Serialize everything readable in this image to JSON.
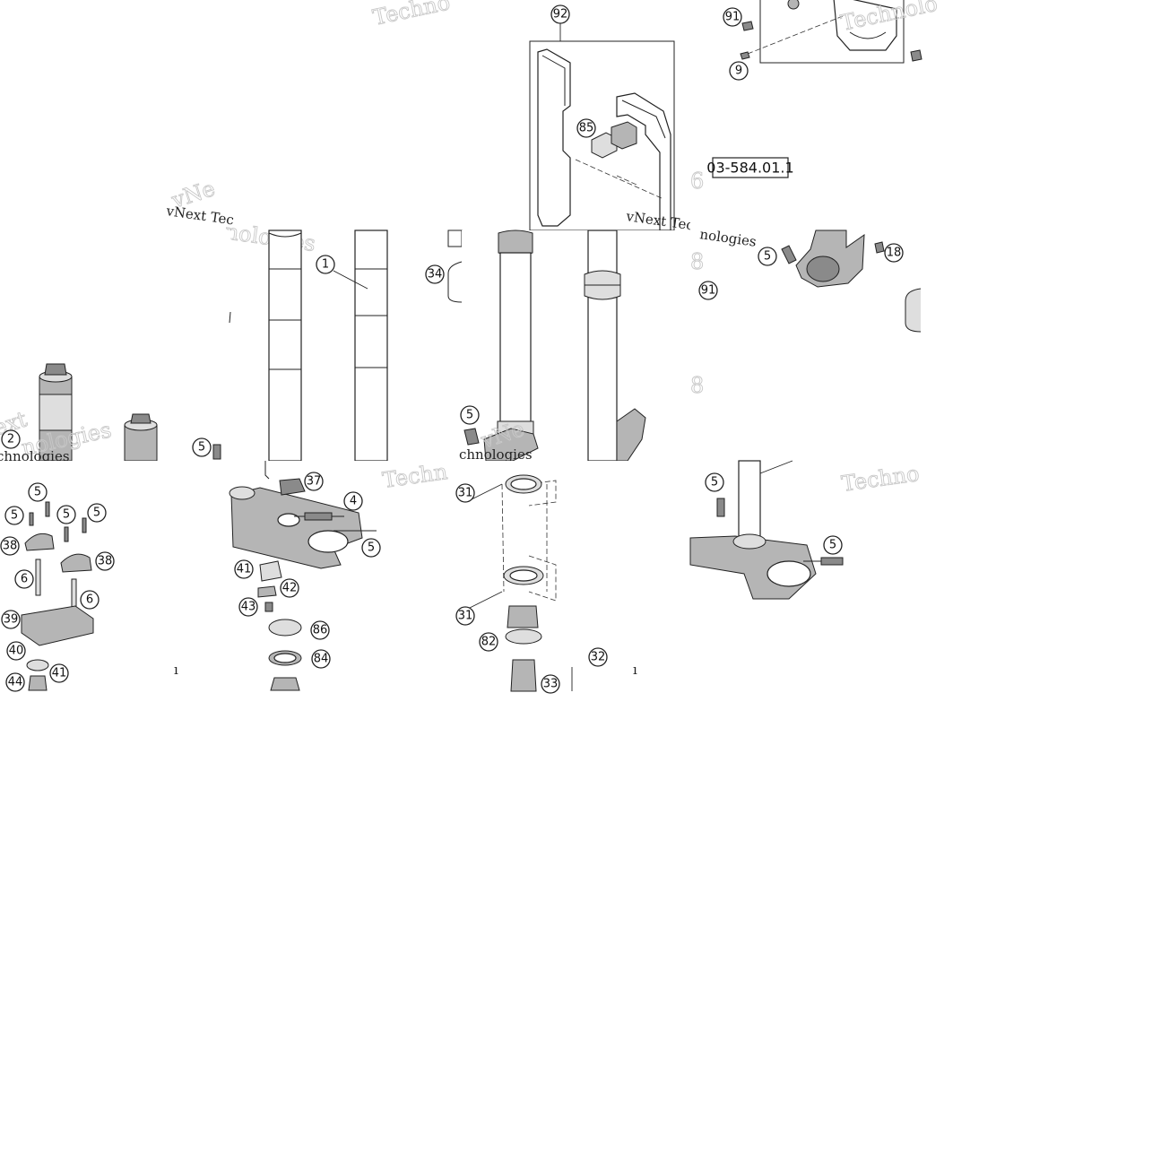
{
  "diagram": {
    "reference_number": "03-584.01.1",
    "watermark": {
      "company": "vNext Technologies",
      "fragments": [
        "Techno",
        "Technolo",
        "vNe",
        "vNext Tec",
        "nologies",
        "vNext Tec",
        "nologies",
        "ext",
        "nologies",
        "vNext",
        "Techn",
        "vNe",
        "Techno",
        "Te",
        "chnologies",
        "xt"
      ]
    },
    "callouts": [
      "92",
      "91",
      "9",
      "85",
      "1",
      "34",
      "5",
      "18",
      "91",
      "2",
      "5",
      "5",
      "5",
      "5",
      "5",
      "5",
      "38",
      "38",
      "6",
      "6",
      "39",
      "40",
      "41",
      "44",
      "37",
      "4",
      "5",
      "41",
      "42",
      "43",
      "86",
      "84",
      "31",
      "31",
      "82",
      "32",
      "33",
      "5",
      "5"
    ],
    "edge_labels": [
      "8",
      "8",
      "6"
    ]
  }
}
